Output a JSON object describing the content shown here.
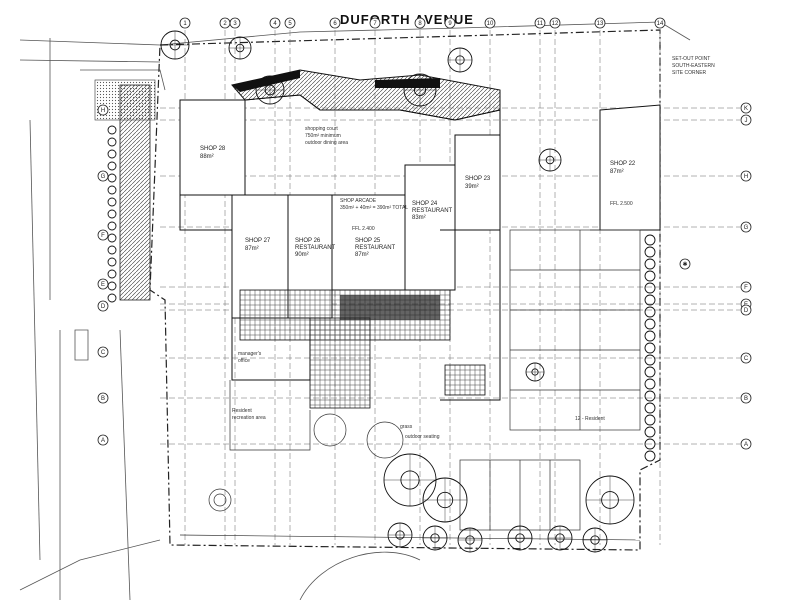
{
  "street": "DUFORTH AVENUE",
  "corner_note": [
    "SET-OUT POINT",
    "SOUTH-EASTERN",
    "SITE CORNER"
  ],
  "shops": [
    {
      "name": "SHOP 28",
      "area": "88m²"
    },
    {
      "name": "SHOP 27",
      "area": "87m²"
    },
    {
      "name": "SHOP 26",
      "sub": "RESTAURANT",
      "area": "90m²"
    },
    {
      "name": "SHOP 25",
      "sub": "RESTAURANT",
      "area": "87m²"
    },
    {
      "name": "SHOP 24",
      "sub": "RESTAURANT",
      "area": "83m²"
    },
    {
      "name": "SHOP 23",
      "area": "39m²"
    },
    {
      "name": "SHOP 22",
      "area": "87m²"
    }
  ],
  "notes": {
    "court": [
      "shopping court",
      "750m² minimum",
      "outdoor dining area"
    ],
    "arcade": [
      "SHOP ARCADE",
      "350m² + 40m² = 390m² TOTAL",
      "FFL 2.400"
    ],
    "ffl_22": "FFL 2.500",
    "managers": [
      "manager's",
      "office"
    ],
    "recreation": [
      "Resident",
      "recreation area"
    ],
    "grass": [
      "grass",
      "outdoor seating"
    ],
    "parking": "12 - Resident"
  },
  "grid_left": [
    "A",
    "B",
    "C",
    "D",
    "E",
    "F",
    "G",
    "H"
  ],
  "grid_right": [
    "K",
    "J",
    "H",
    "G",
    "F",
    "E",
    "D",
    "C",
    "B",
    "A"
  ],
  "grid_top": [
    "1",
    "2",
    "3",
    "4",
    "5",
    "6",
    "7",
    "8",
    "9",
    "10",
    "11",
    "12",
    "13",
    "14"
  ]
}
